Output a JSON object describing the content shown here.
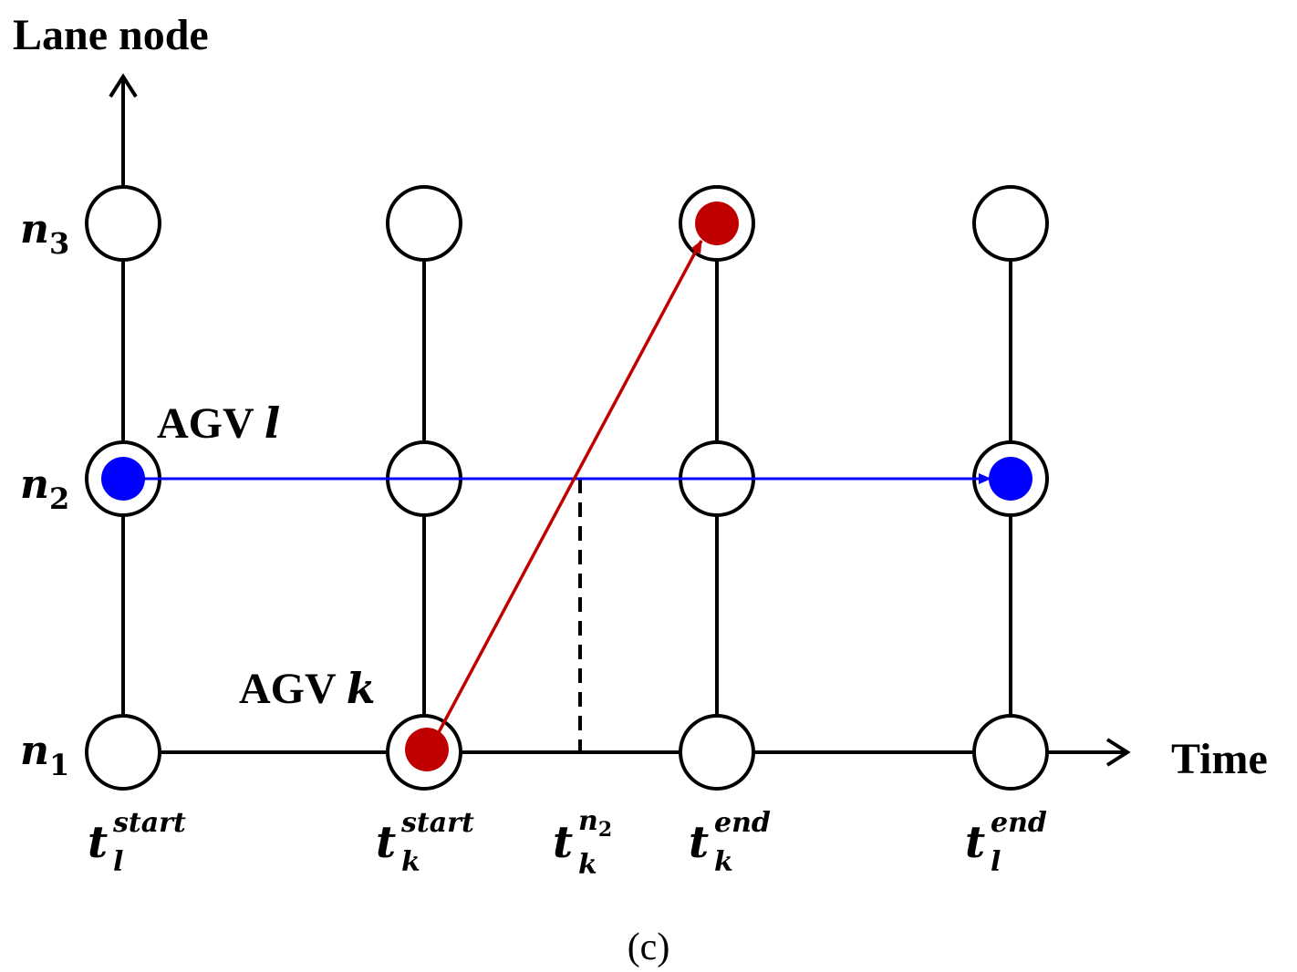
{
  "axes": {
    "y_label": "Lane node",
    "x_label": "Time"
  },
  "nodes": {
    "n1": {
      "base": "n",
      "sub": "1"
    },
    "n2": {
      "base": "n",
      "sub": "2"
    },
    "n3": {
      "base": "n",
      "sub": "3"
    }
  },
  "times": [
    {
      "id": "tl-start",
      "base": "t",
      "sup": "start",
      "sub": "l"
    },
    {
      "id": "tk-start",
      "base": "t",
      "sup": "start",
      "sub": "k"
    },
    {
      "id": "tk-n2",
      "base": "t",
      "sup_base": "n",
      "sup_sub": "2",
      "sub": "k"
    },
    {
      "id": "tk-end",
      "base": "t",
      "sup": "end",
      "sub": "k"
    },
    {
      "id": "tl-end",
      "base": "t",
      "sup": "end",
      "sub": "l"
    }
  ],
  "agvs": {
    "l": {
      "prefix": "AGV ",
      "name": "l",
      "color": "#0000ff"
    },
    "k": {
      "prefix": "AGV ",
      "name": "k",
      "color": "#c00000"
    }
  },
  "caption": "(c)"
}
